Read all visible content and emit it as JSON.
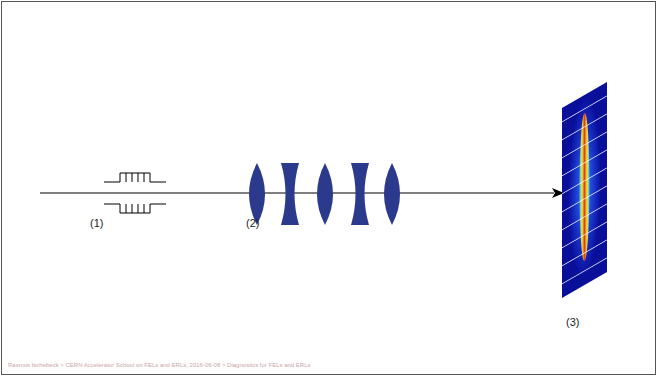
{
  "diagram": {
    "labels": [
      "(1)",
      "(2)",
      "(3)",
      "Rasmus Ischebeck > CERN Accelerator School on FELs and ERLs, 2016-06-08 > Diagnostics for FELs and ERLs"
    ]
  }
}
